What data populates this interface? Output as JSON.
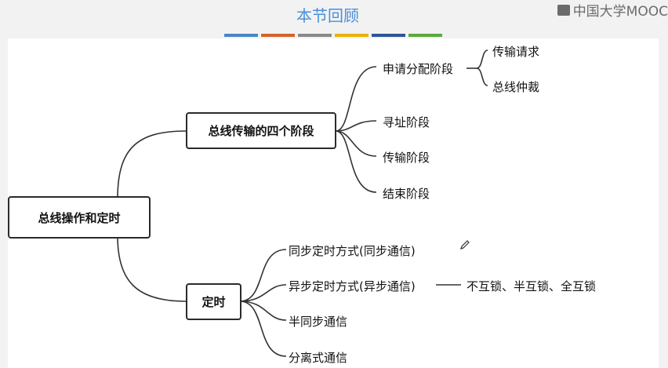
{
  "header": {
    "title": "本节回顾",
    "watermark": "中国大学MOOC",
    "color_bar": [
      "#4a86c8",
      "#d4632a",
      "#8a8a8a",
      "#e8b400",
      "#2f5597",
      "#5aaa3c"
    ]
  },
  "mindmap": {
    "root": "总线操作和定时",
    "branches": {
      "phases": {
        "title": "总线传输的四个阶段",
        "request_phase": {
          "label": "申请分配阶段",
          "children": [
            "传输请求",
            "总线仲裁"
          ]
        },
        "address_phase": "寻址阶段",
        "transfer_phase": "传输阶段",
        "end_phase": "结束阶段"
      },
      "timing": {
        "title": "定时",
        "sync": "同步定时方式(同步通信)",
        "async": "异步定时方式(异步通信)",
        "async_types": "不互锁、半互锁、全互锁",
        "semi_sync": "半同步通信",
        "split": "分离式通信"
      }
    }
  }
}
